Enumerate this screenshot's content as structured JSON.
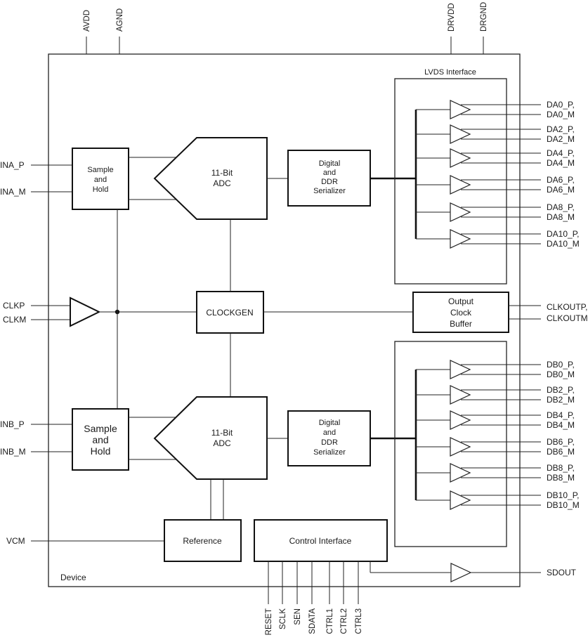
{
  "top_pins": {
    "avdd": "AVDD",
    "agnd": "AGND",
    "drvdd": "DRVDD",
    "drgnd": "DRGND"
  },
  "device_label": "Device",
  "lvds_label": "LVDS Interface",
  "left_pins": {
    "ina_p": "INA_P",
    "ina_m": "INA_M",
    "clkp": "CLKP",
    "clkm": "CLKM",
    "inb_p": "INB_P",
    "inb_m": "INB_M",
    "vcm": "VCM"
  },
  "sh_a": [
    "Sample",
    "and",
    "Hold"
  ],
  "sh_b": [
    "Sample",
    "and",
    "Hold"
  ],
  "adc_a": [
    "11-Bit",
    "ADC"
  ],
  "adc_b": [
    "11-Bit",
    "ADC"
  ],
  "ser_a": [
    "Digital",
    "and",
    "DDR",
    "Serializer"
  ],
  "ser_b": [
    "Digital",
    "and",
    "DDR",
    "Serializer"
  ],
  "clockgen": "CLOCKGEN",
  "out_clk_buf": [
    "Output",
    "Clock",
    "Buffer"
  ],
  "reference": "Reference",
  "control_interface": "Control Interface",
  "clkout": {
    "p": "CLKOUTP,",
    "m": "CLKOUTM"
  },
  "sdout": "SDOUT",
  "da_outputs": [
    {
      "p": "DA0_P,",
      "m": "DA0_M"
    },
    {
      "p": "DA2_P,",
      "m": "DA2_M"
    },
    {
      "p": "DA4_P,",
      "m": "DA4_M"
    },
    {
      "p": "DA6_P,",
      "m": "DA6_M"
    },
    {
      "p": "DA8_P,",
      "m": "DA8_M"
    },
    {
      "p": "DA10_P,",
      "m": "DA10_M"
    }
  ],
  "db_outputs": [
    {
      "p": "DB0_P,",
      "m": "DB0_M"
    },
    {
      "p": "DB2_P,",
      "m": "DB2_M"
    },
    {
      "p": "DB4_P,",
      "m": "DB4_M"
    },
    {
      "p": "DB6_P,",
      "m": "DB6_M"
    },
    {
      "p": "DB8_P,",
      "m": "DB8_M"
    },
    {
      "p": "DB10_P,",
      "m": "DB10_M"
    }
  ],
  "bottom_pins": [
    "RESET",
    "SCLK",
    "SEN",
    "SDATA",
    "CTRL1",
    "CTRL2",
    "CTRL3"
  ]
}
